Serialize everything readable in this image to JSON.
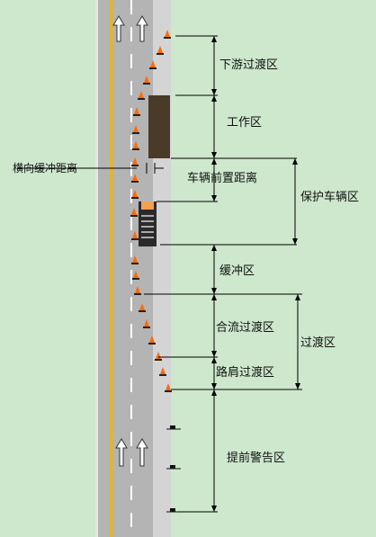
{
  "zones": {
    "downstream_transition": "下游过渡区",
    "work_zone": "工作区",
    "vehicle_front_distance": "车辆前置距离",
    "protective_vehicle_zone": "保护车辆区",
    "lateral_buffer_distance": "横向缓冲距离",
    "buffer_zone": "缓冲区",
    "merge_transition": "合流过渡区",
    "transition_zone": "过渡区",
    "shoulder_transition": "路肩过渡区",
    "advance_warning_zone": "提前警告区"
  },
  "colors": {
    "background": "#cde8cd",
    "road": "#b4b4b4",
    "shoulder": "#d4d4d4",
    "center_line": "#f0b400",
    "work_area": "#4a3a2a",
    "cone": "#ff6a00",
    "truck_cab": "#f5a050"
  },
  "icons": {
    "lane_arrow": "up-arrow-icon",
    "traffic_cone": "traffic-cone-icon",
    "warning_sign": "warning-sign-icon",
    "vehicle": "protective-truck-icon"
  }
}
